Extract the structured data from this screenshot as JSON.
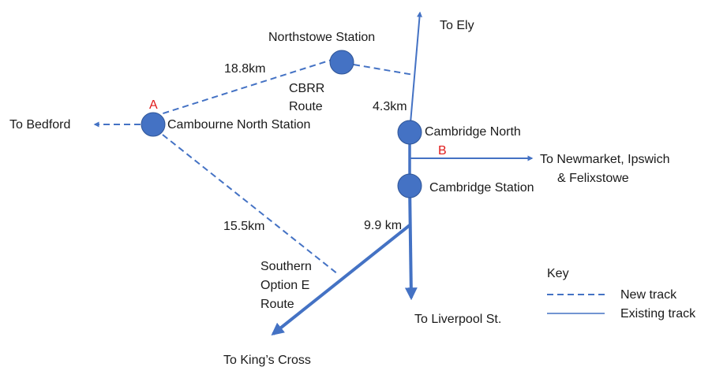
{
  "colors": {
    "track": "#4472C4",
    "station_fill": "#4472C4",
    "station_stroke": "#2F5597",
    "label": "#1a1a1a",
    "marker": "#e01a1a"
  },
  "stations": {
    "northstowe": "Northstowe Station",
    "cambourne_north": "Cambourne North Station",
    "cambridge_north": "Cambridge North",
    "cambridge": "Cambridge Station"
  },
  "destinations": {
    "ely": "To Ely",
    "bedford": "To Bedford",
    "newmarket_line1": "To Newmarket, Ipswich",
    "newmarket_line2": "& Felixstowe",
    "liverpool": "To Liverpool St.",
    "kings_cross": "To King’s Cross"
  },
  "distances": {
    "cambourne_northstowe": "18.8km",
    "cambourne_southern": "15.5km",
    "northstowe_cambridge_north": "4.3km",
    "cambridge_junction": "9.9 km"
  },
  "routes": {
    "cbrr_line1": "CBRR",
    "cbrr_line2": "Route",
    "southern_line1": "Southern",
    "southern_line2": "Option E",
    "southern_line3": "Route"
  },
  "markers": {
    "a": "A",
    "b": "B"
  },
  "key": {
    "title": "Key",
    "new_track": "New track",
    "existing_track": "Existing track"
  }
}
